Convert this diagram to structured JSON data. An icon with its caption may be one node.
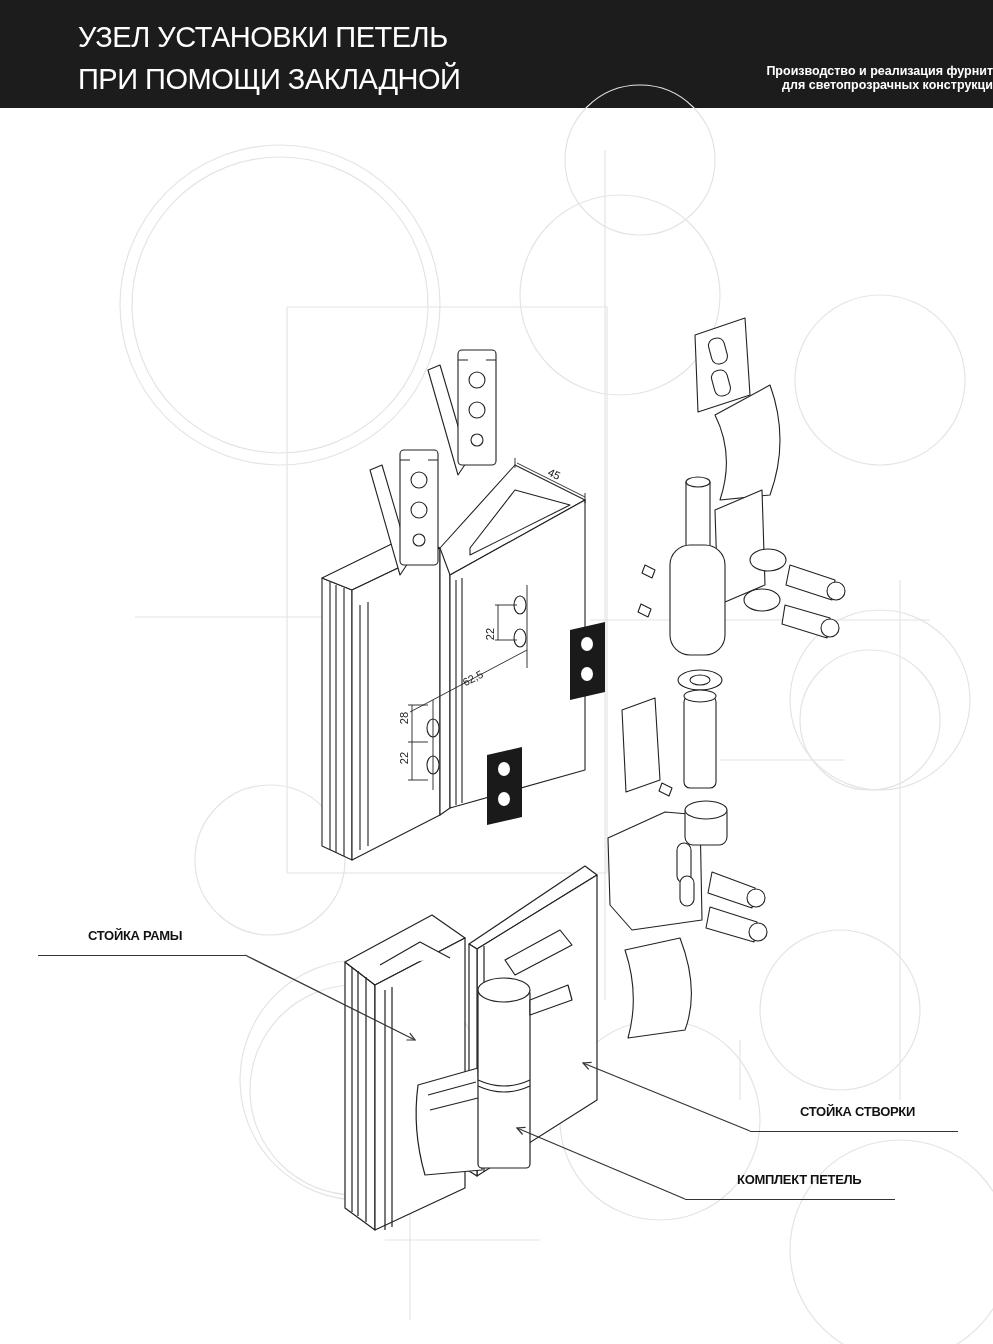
{
  "diagram": {
    "title": "УЗЕЛ УСТАНОВКИ ПЕТЕЛЬ ПРИ ПОМОЩИ ЗАКЛАДНОЙ",
    "nodes": [
      {
        "text": [
          "СТОЙКА РАМЫ"
        ]
      },
      {
        "text": [],
        "shape": "picture"
      },
      {
        "text": [
          "СТОЙКА СТВОРКИ"
        ]
      },
      {
        "text": [],
        "shape": "picture"
      },
      {
        "text": [
          "КОМПЛЕКТ ПЕТЕЛЬ"
        ]
      },
      {
        "text": [],
        "shape": "picture"
      }
    ],
    "edges": [
      {
        "from": 0,
        "to": 1,
        "arrow": "to"
      },
      {
        "from": 2,
        "to": 3,
        "arrow": "to"
      },
      {
        "from": 4,
        "to": 5,
        "arrow": "to"
      }
    ],
    "labels": [
      "Производство и реализация фурнит для светопрозрачных конструкци",
      "45",
      "22",
      "62,5",
      "28",
      "22"
    ]
  }
}
